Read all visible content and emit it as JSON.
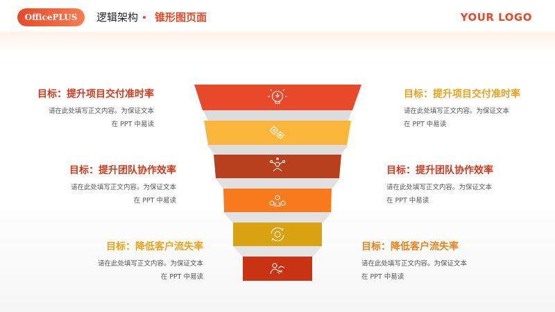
{
  "header": {
    "badge": "OfficePLUS",
    "title_main": "逻辑架构",
    "title_sub": "锥形图页面",
    "logo": "YOUR LOGO"
  },
  "colors": {
    "accent": "#e8492a",
    "layer1": "#e8492a",
    "layer2": "#f9b63a",
    "layer3": "#b8401d",
    "layer4": "#f77a1d",
    "layer5": "#d9a211",
    "layer6": "#c83313"
  },
  "funnel_icons": [
    "lightbulb-icon",
    "gears-icon",
    "person-network-icon",
    "team-icon",
    "cycle-coin-icon",
    "handshake-icon"
  ],
  "left_items": [
    {
      "title": "目标：提升项目交付准时率",
      "desc1": "请在此处填写正文内容。为保证文本",
      "desc2": "在 PPT 中易读"
    },
    {
      "title": "目标：提升团队协作效率",
      "desc1": "请在此处填写正文内容。为保证文本",
      "desc2": "在 PPT 中易读"
    },
    {
      "title": "目标：降低客户流失率",
      "desc1": "请在此处填写正文内容。为保证文本",
      "desc2": "在 PPT 中易读"
    }
  ],
  "right_items": [
    {
      "title": "目标：提升项目交付准时率",
      "desc1": "请在此处填写正文内容。为保证文本",
      "desc2": "在 PPT 中易读"
    },
    {
      "title": "目标：提升团队协作效率",
      "desc1": "请在此处填写正文内容。为保证文本",
      "desc2": "在 PPT 中易读"
    },
    {
      "title": "目标：降低客户流失率",
      "desc1": "请在此处填写正文内容。为保证文本",
      "desc2": "在 PPT 中易读"
    }
  ]
}
